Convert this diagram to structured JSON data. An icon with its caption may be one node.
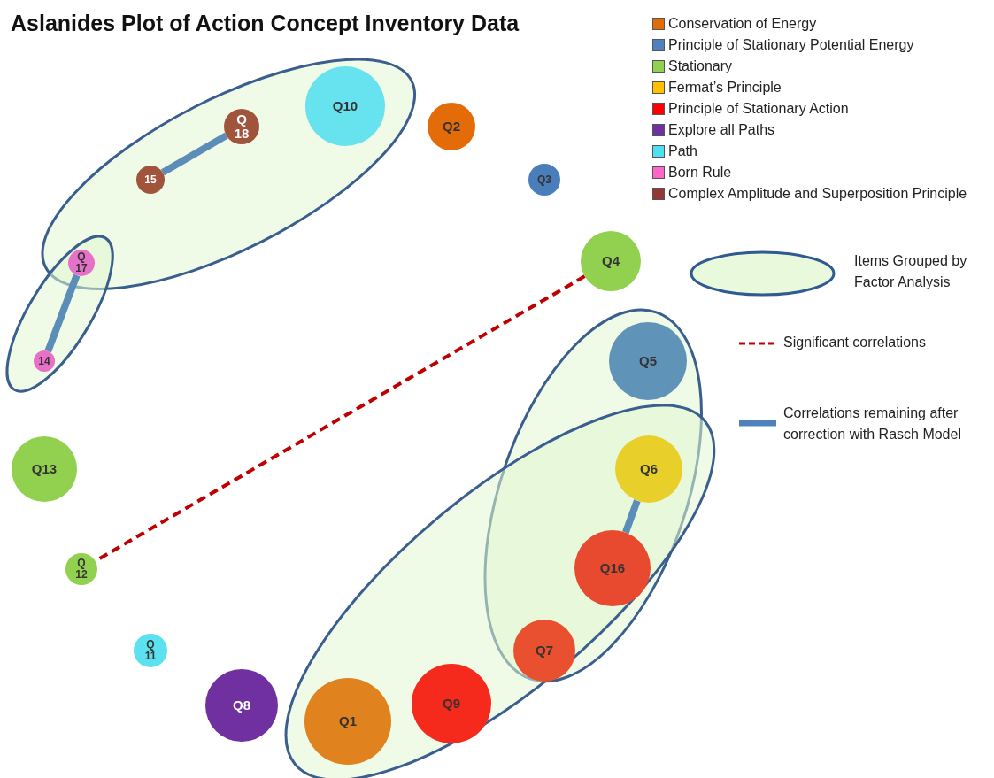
{
  "diagram": {
    "title": "Aslanides Plot of Action Concept Inventory Data",
    "nodes": [
      {
        "text": [],
        "shape": "ellipse"
      },
      {
        "text": [
          "Q10"
        ],
        "in": 0
      },
      {
        "text": [
          "Q2"
        ]
      },
      {
        "text": [
          "Q 18"
        ],
        "in": 0
      },
      {
        "text": [
          "Q3"
        ]
      },
      {
        "text": [
          "15"
        ],
        "in": 0
      },
      {
        "text": [],
        "shape": "ellipse"
      },
      {
        "text": [
          "Q 17"
        ]
      },
      {
        "text": [
          "Q4"
        ]
      },
      {
        "text": [
          "14"
        ],
        "in": 6
      },
      {
        "text": [],
        "shape": "ellipse"
      },
      {
        "text": [
          "Q5"
        ],
        "in": 10
      },
      {
        "text": [
          "Q13"
        ]
      },
      {
        "text": [],
        "shape": "ellipse"
      },
      {
        "text": [
          "Q6"
        ]
      },
      {
        "text": [
          "Q 12"
        ]
      },
      {
        "text": [
          "Q16"
        ]
      },
      {
        "text": [
          "Q7"
        ]
      },
      {
        "text": [
          "Q 11"
        ]
      },
      {
        "text": [
          "Q8"
        ]
      },
      {
        "text": [
          "Q1"
        ],
        "in": 13
      },
      {
        "text": [
          "Q9"
        ],
        "in": 13
      }
    ],
    "edges": [
      {
        "from": 5,
        "to": 3,
        "arrow": "none"
      },
      {
        "from": 7,
        "to": 9,
        "arrow": "none"
      },
      {
        "from": 8,
        "to": 15,
        "arrow": "none",
        "style": "dashed",
        "color": "#c00000"
      },
      {
        "from": 14,
        "to": 16,
        "arrow": "none"
      }
    ],
    "legend": [
      {
        "text": "Conservation of Energy",
        "color": "#e36c09"
      },
      {
        "text": "Principle of Stationary Potential Energy",
        "color": "#4f81bd"
      },
      {
        "text": "Stationary",
        "color": "#92d050"
      },
      {
        "text": "Fermat’s Principle",
        "color": "#ffc000"
      },
      {
        "text": "Principle of Stationary Action",
        "color": "#ff0000"
      },
      {
        "text": "Explore all Paths",
        "color": "#7030a0"
      },
      {
        "text": "Path",
        "color": "#4fdff0"
      },
      {
        "text": "Born Rule",
        "color": "#ff66cc"
      },
      {
        "text": "Complex Amplitude  and Superposition Principle",
        "color": "#953735"
      },
      {
        "text": "Items Grouped by Factor Analysis"
      },
      {
        "text": "Significant correlations"
      },
      {
        "text": "Correlations remaining after correction with Rasch Model"
      }
    ]
  }
}
